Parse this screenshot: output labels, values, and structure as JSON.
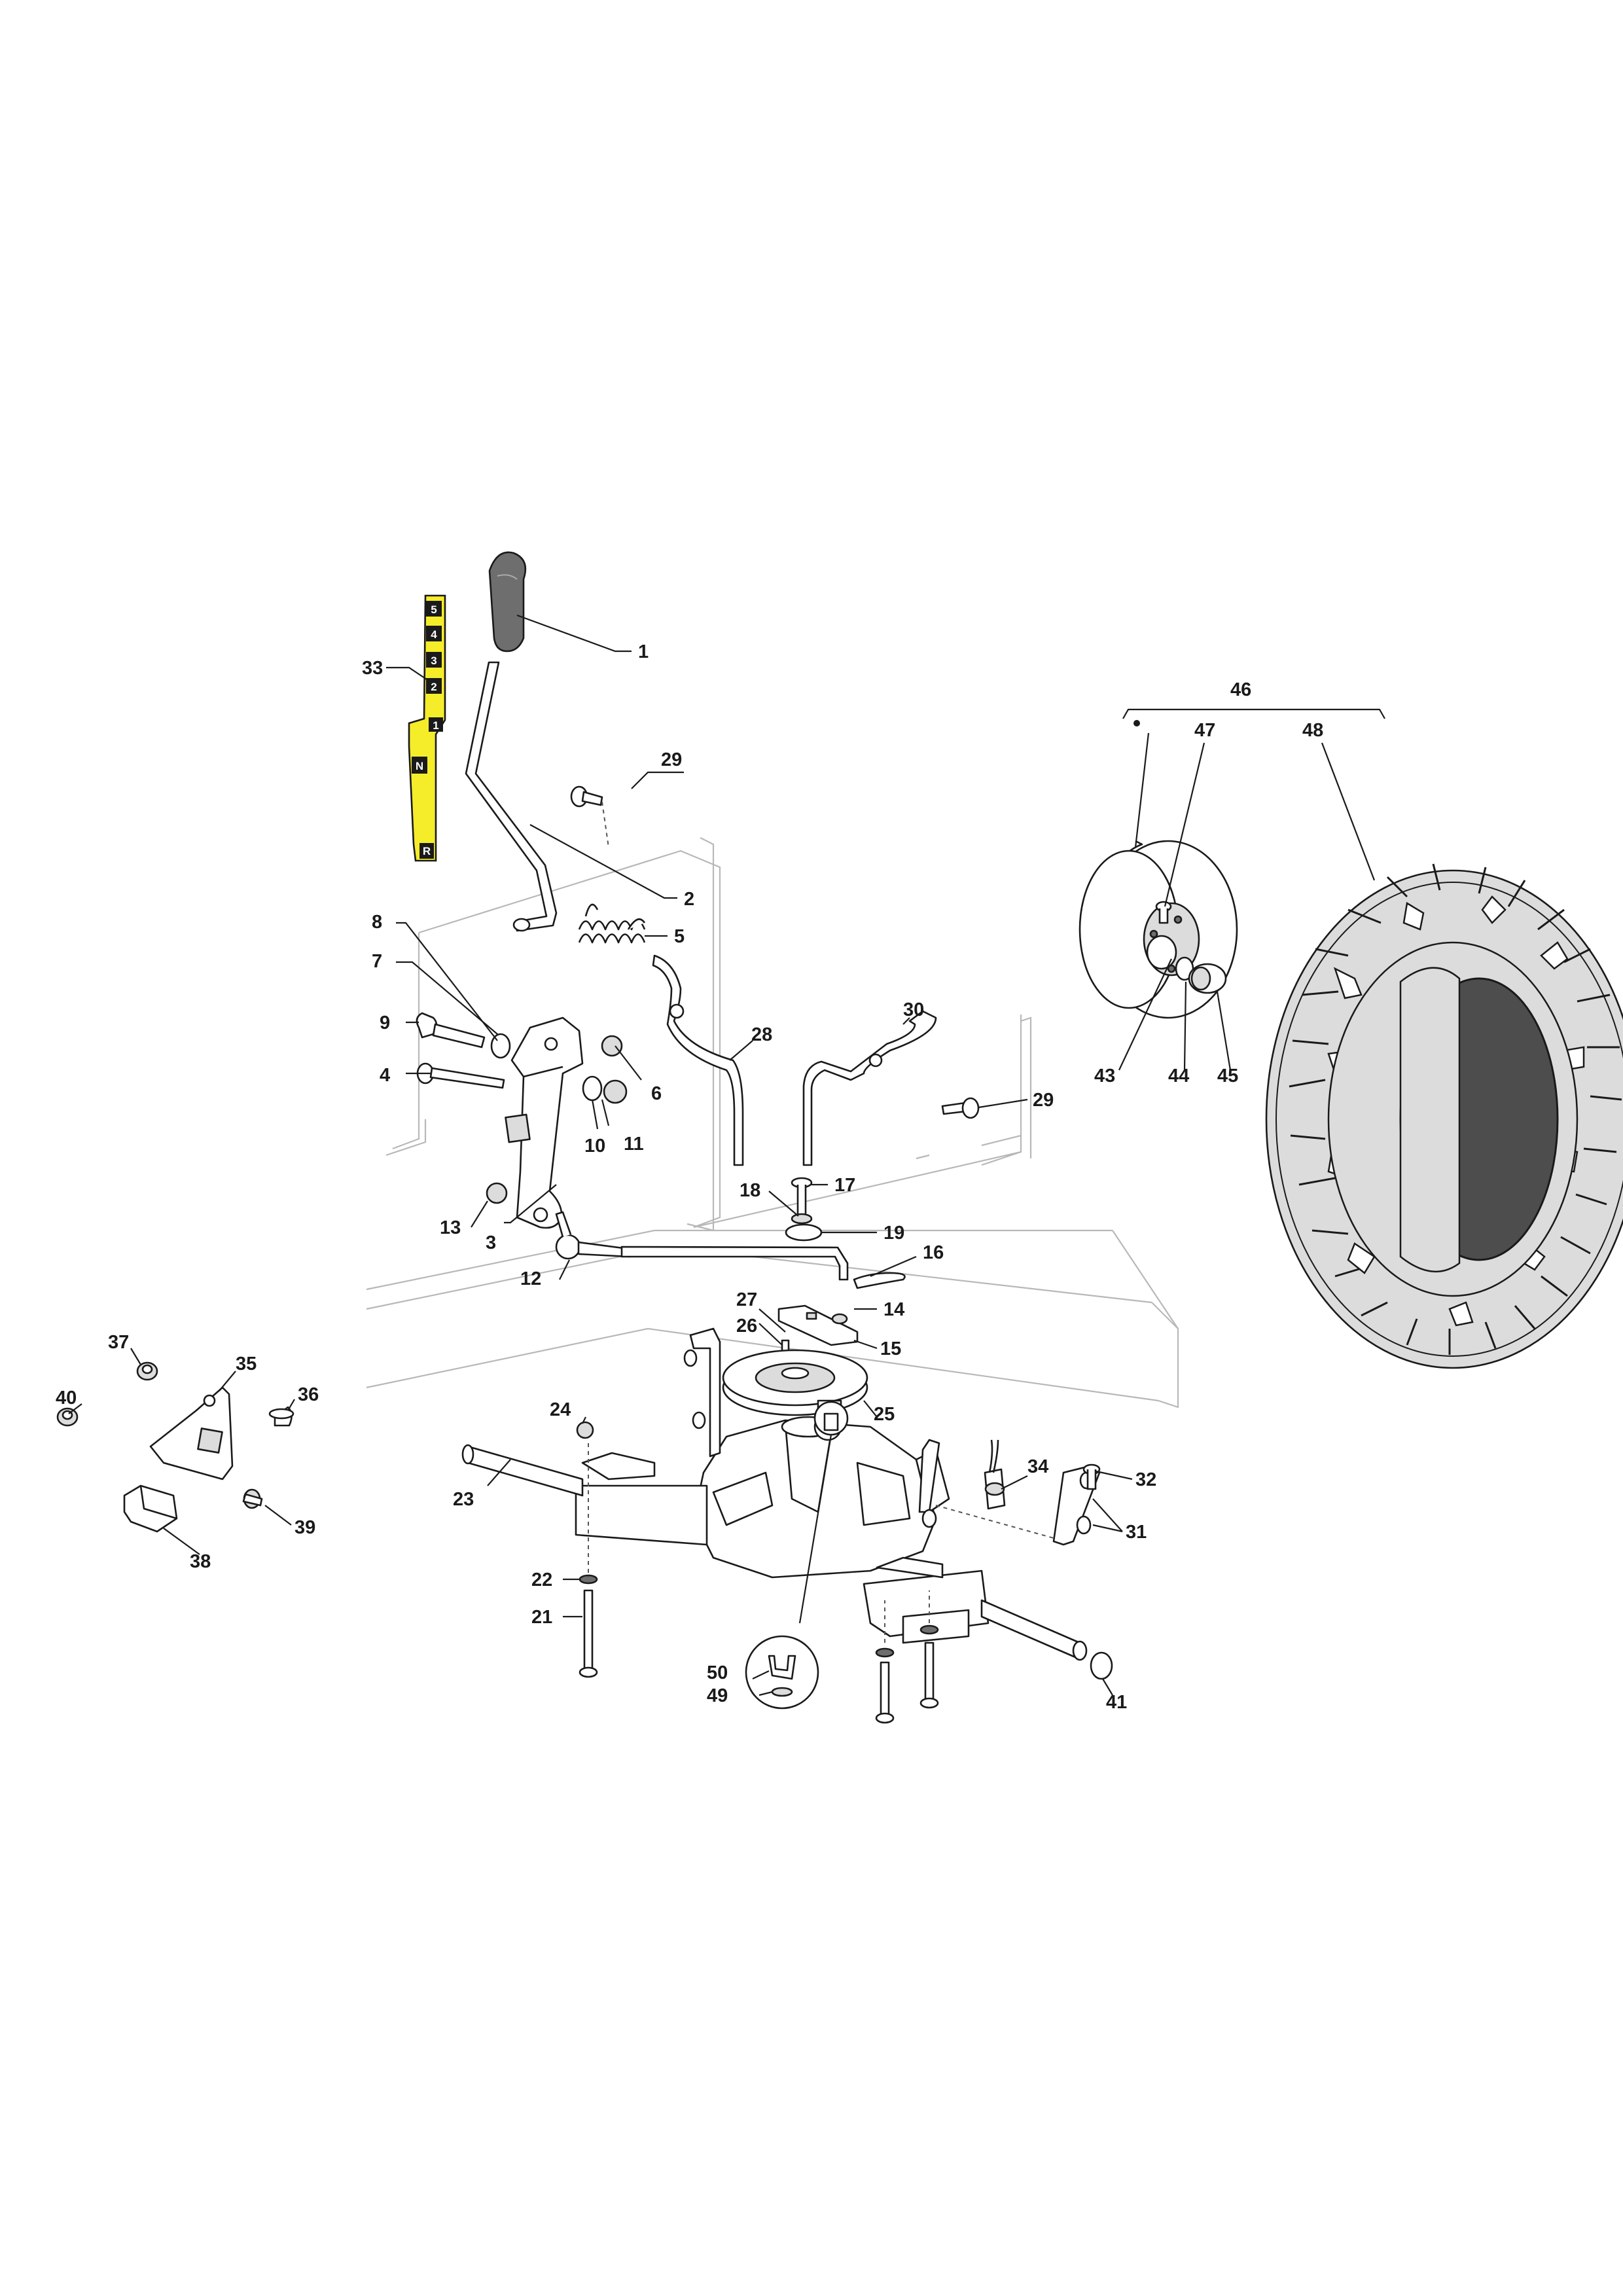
{
  "gear_labels": [
    "5",
    "4",
    "3",
    "2",
    "1",
    "N",
    "R"
  ],
  "callouts": {
    "c1": "1",
    "c2": "2",
    "c3": "3",
    "c4": "4",
    "c5": "5",
    "c6": "6",
    "c7": "7",
    "c8": "8",
    "c9": "9",
    "c10": "10",
    "c11": "11",
    "c12": "12",
    "c13": "13",
    "c14": "14",
    "c15": "15",
    "c16": "16",
    "c17": "17",
    "c18": "18",
    "c19": "19",
    "c21": "21",
    "c22": "22",
    "c23": "23",
    "c24": "24",
    "c25": "25",
    "c26": "26",
    "c27": "27",
    "c28": "28",
    "c29a": "29",
    "c29b": "29",
    "c30": "30",
    "c31": "31",
    "c32": "32",
    "c33": "33",
    "c34": "34",
    "c35": "35",
    "c36": "36",
    "c37": "37",
    "c38": "38",
    "c39": "39",
    "c40": "40",
    "c41": "41",
    "c43": "43",
    "c44": "44",
    "c45": "45",
    "c46": "46",
    "c47": "47",
    "c48": "48",
    "c49": "49",
    "c50": "50"
  },
  "colors": {
    "highlight": "#f5ec2a",
    "ink": "#1a1a1a",
    "frame": "#b8b8b8",
    "knob": "#6e6e6e"
  }
}
